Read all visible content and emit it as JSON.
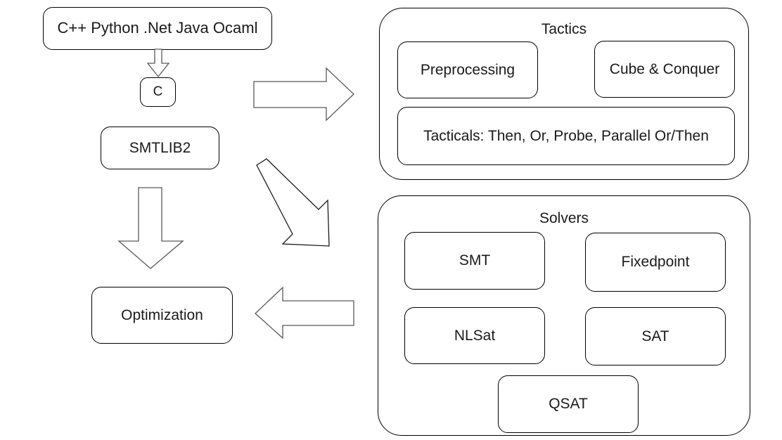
{
  "diagram": {
    "title": "Z3 architecture overview",
    "background_color": "#ffffff",
    "stroke_color": "#000000",
    "arrow_stroke_color": "#595959",
    "left_column": {
      "frontend_box": {
        "label": "C++ Python .Net Java Ocaml"
      },
      "c_box": {
        "label": "C"
      },
      "smtlib_box": {
        "label": "SMTLIB2"
      },
      "optimization_box": {
        "label": "Optimization"
      }
    },
    "tactics_panel": {
      "title": "Tactics",
      "items": [
        {
          "label": "Preprocessing"
        },
        {
          "label": "Cube & Conquer"
        },
        {
          "label": "Tacticals: Then, Or, Probe, Parallel Or/Then"
        }
      ]
    },
    "solvers_panel": {
      "title": "Solvers",
      "items": [
        {
          "label": "SMT"
        },
        {
          "label": "Fixedpoint"
        },
        {
          "label": "NLSat"
        },
        {
          "label": "SAT"
        },
        {
          "label": "QSAT"
        }
      ]
    },
    "arrows": [
      {
        "name": "frontend-to-c-arrow",
        "direction": "down"
      },
      {
        "name": "smtlib-to-optimization-arrow",
        "direction": "down"
      },
      {
        "name": "frontend-to-tactics-arrow",
        "direction": "right"
      },
      {
        "name": "smtlib-to-solvers-arrow",
        "direction": "down-right"
      },
      {
        "name": "solvers-to-optimization-arrow",
        "direction": "left"
      }
    ]
  }
}
